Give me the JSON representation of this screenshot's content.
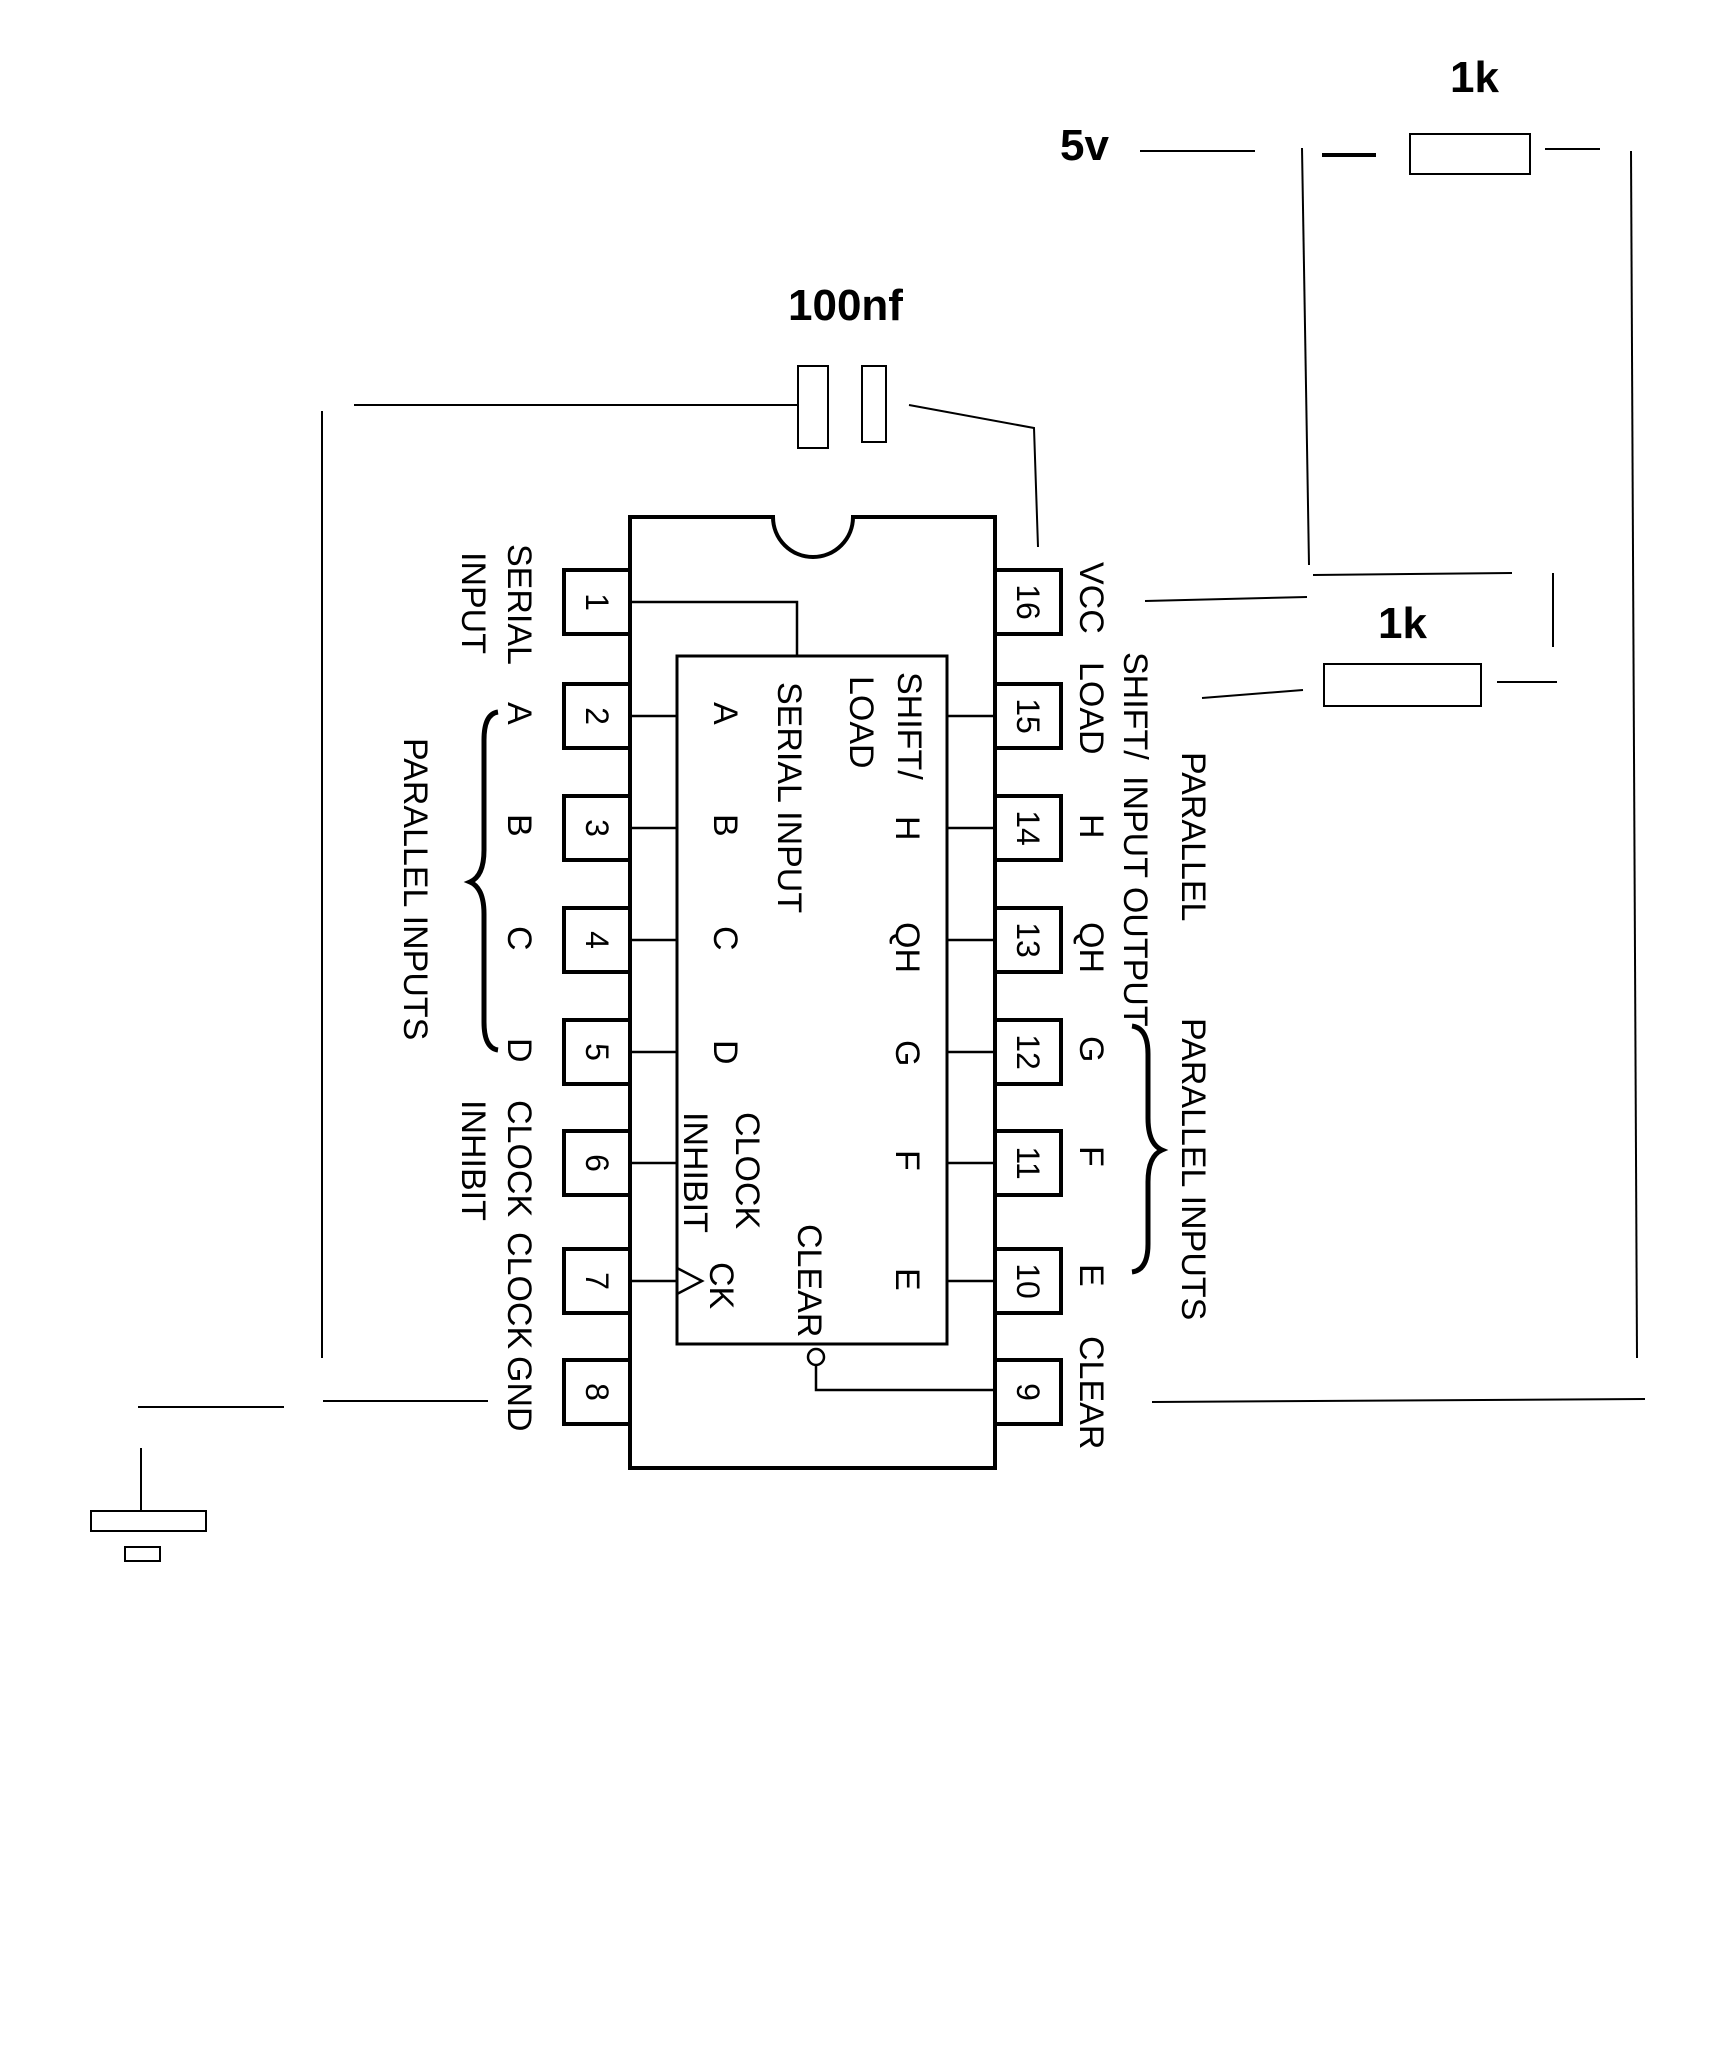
{
  "components": {
    "supply_label": "5v",
    "resistor_top_label": "1k",
    "resistor_mid_label": "1k",
    "capacitor_label": "100nf"
  },
  "chip": {
    "left_pins": [
      {
        "num": "1",
        "outer": "SERIAL",
        "outer2": "INPUT",
        "inner": "SERIAL INPUT"
      },
      {
        "num": "2",
        "outer": "A",
        "inner": "A"
      },
      {
        "num": "3",
        "outer": "B",
        "inner": "B"
      },
      {
        "num": "4",
        "outer": "C",
        "inner": "C"
      },
      {
        "num": "5",
        "outer": "D",
        "inner": "D"
      },
      {
        "num": "6",
        "outer": "CLOCK",
        "outer2": "INHIBIT",
        "inner": "CLOCK",
        "inner2": "INHIBIT"
      },
      {
        "num": "7",
        "outer": "CLOCK",
        "inner": "CK"
      },
      {
        "num": "8",
        "outer": "GND"
      }
    ],
    "right_pins": [
      {
        "num": "16",
        "outer": "VCC"
      },
      {
        "num": "15",
        "outer": "SHIFT/",
        "outer2": "LOAD",
        "inner": "SHIFT/",
        "inner2": "LOAD"
      },
      {
        "num": "14",
        "outer": "H",
        "inner": "H"
      },
      {
        "num": "13",
        "outer": "QH",
        "inner": "QH"
      },
      {
        "num": "12",
        "outer": "G",
        "inner": "G"
      },
      {
        "num": "11",
        "outer": "F",
        "inner": "F"
      },
      {
        "num": "10",
        "outer": "E",
        "inner": "E"
      },
      {
        "num": "9",
        "outer": "CLEAR",
        "inner": "CLEAR"
      }
    ],
    "left_group_label": "PARALLEL INPUTS",
    "right_output_label1": "PARALLEL",
    "right_output_label2": "INPUT OUTPUT",
    "right_group_label": "PARALLEL INPUTS"
  }
}
